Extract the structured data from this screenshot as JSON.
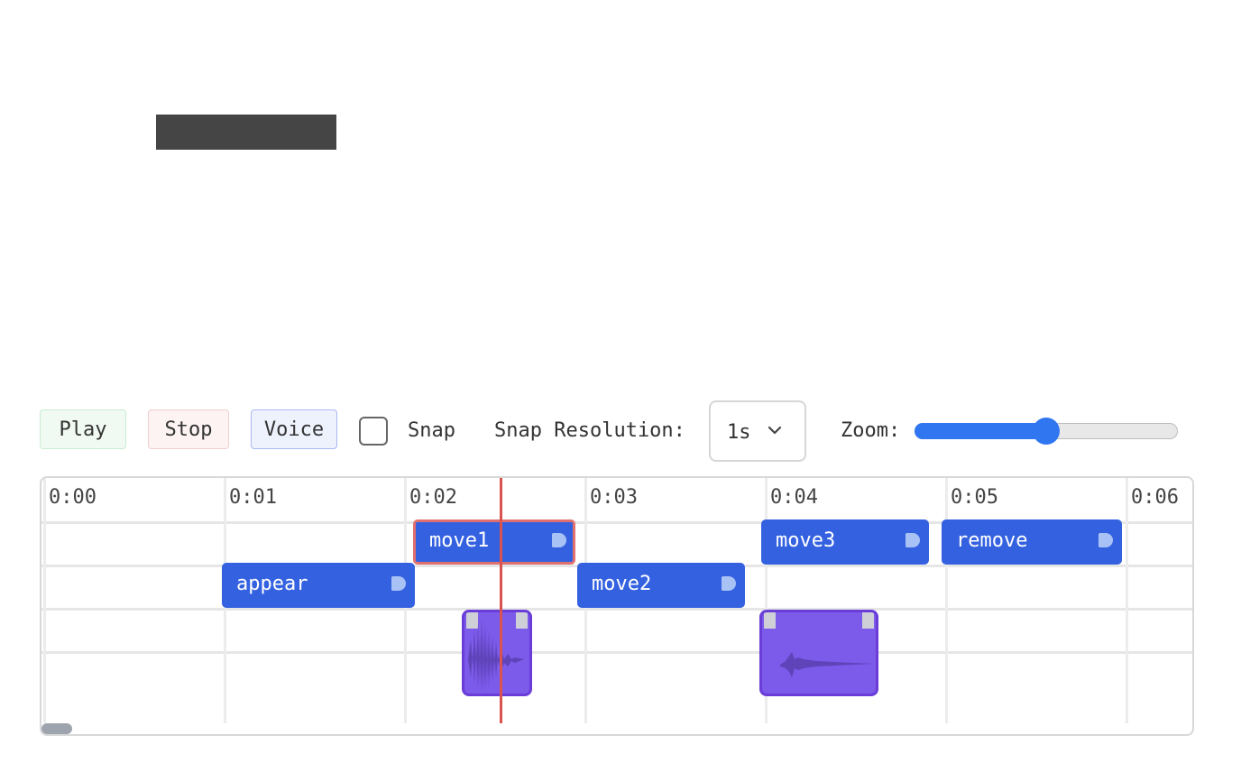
{
  "toolbar": {
    "play_label": "Play",
    "stop_label": "Stop",
    "voice_label": "Voice",
    "snap_label": "Snap",
    "snap_checked": false,
    "snap_resolution_label": "Snap Resolution:",
    "snap_resolution_value": "1s",
    "zoom_label": "Zoom:",
    "zoom_fraction": 0.5
  },
  "timeline": {
    "ticks": [
      "0:00",
      "0:01",
      "0:02",
      "0:03",
      "0:04",
      "0:05",
      "0:06"
    ],
    "playhead_time": "0:02.5",
    "clips": [
      {
        "label": "appear",
        "start": 1.0,
        "end": 2.07,
        "row": 3
      },
      {
        "label": "move1",
        "start": 2.06,
        "end": 2.96,
        "row": 2,
        "selected": true
      },
      {
        "label": "move2",
        "start": 2.97,
        "end": 3.9,
        "row": 3
      },
      {
        "label": "move3",
        "start": 3.99,
        "end": 4.92,
        "row": 2
      },
      {
        "label": "remove",
        "start": 4.99,
        "end": 5.99,
        "row": 2
      }
    ],
    "voice_clips": [
      {
        "start": 2.33,
        "end": 2.72,
        "color": "#7c5aea"
      },
      {
        "start": 3.98,
        "end": 4.64,
        "color": "#7c5aea"
      }
    ]
  },
  "colors": {
    "clip": "#3461e0",
    "voice": "#7c5aea",
    "playhead": "#d9534f",
    "slider": "#2f76f0",
    "selected_border": "#e07070"
  }
}
